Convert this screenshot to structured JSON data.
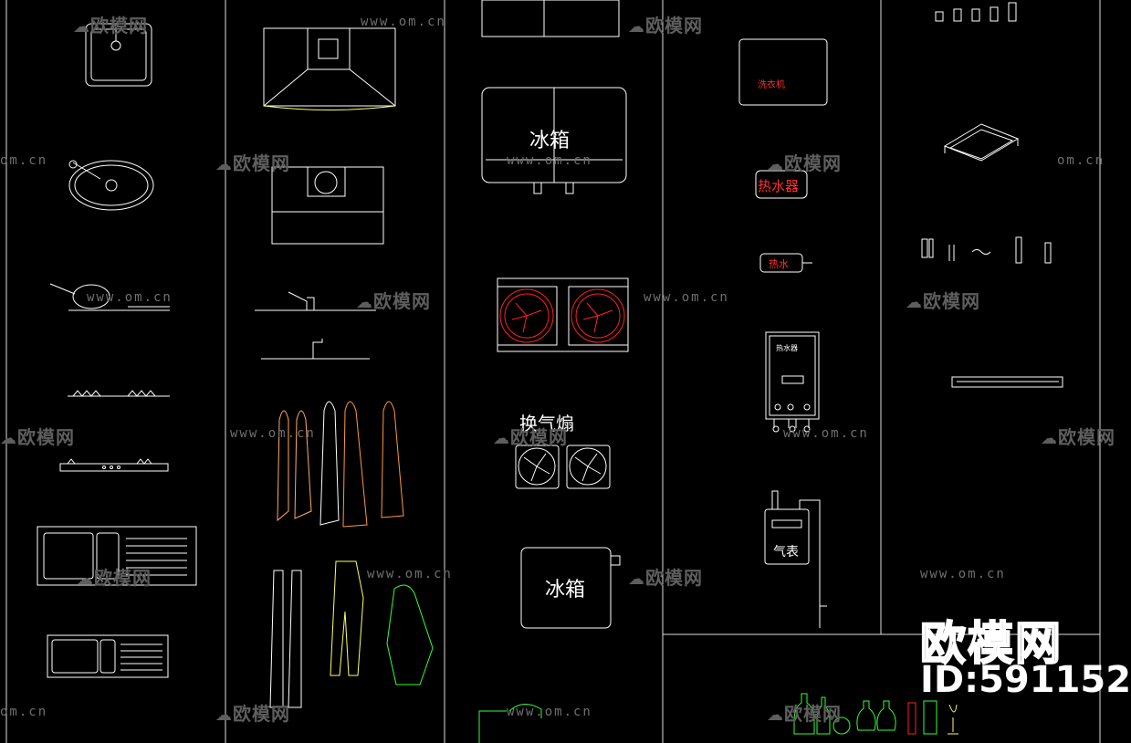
{
  "labels": {
    "fridge_1": "冰箱",
    "fridge_2": "冰箱",
    "exhaust_fan": "换气煽",
    "gas_meter": "气表",
    "water_heater_red": "热水器",
    "washer_red": "洗衣机",
    "heater_small_red": "热水",
    "boiler_plate": "热水器"
  },
  "watermark": {
    "url": "www.om.cn",
    "url_short": "om.cn",
    "brand": "欧模网"
  },
  "logo": {
    "name": "欧模网",
    "id": "ID:591152"
  },
  "colors": {
    "background": "#000000",
    "line": "#ffffff",
    "red": "#ff2020",
    "yellow": "#ffff66",
    "green": "#33ff33",
    "orange": "#ff9933"
  }
}
